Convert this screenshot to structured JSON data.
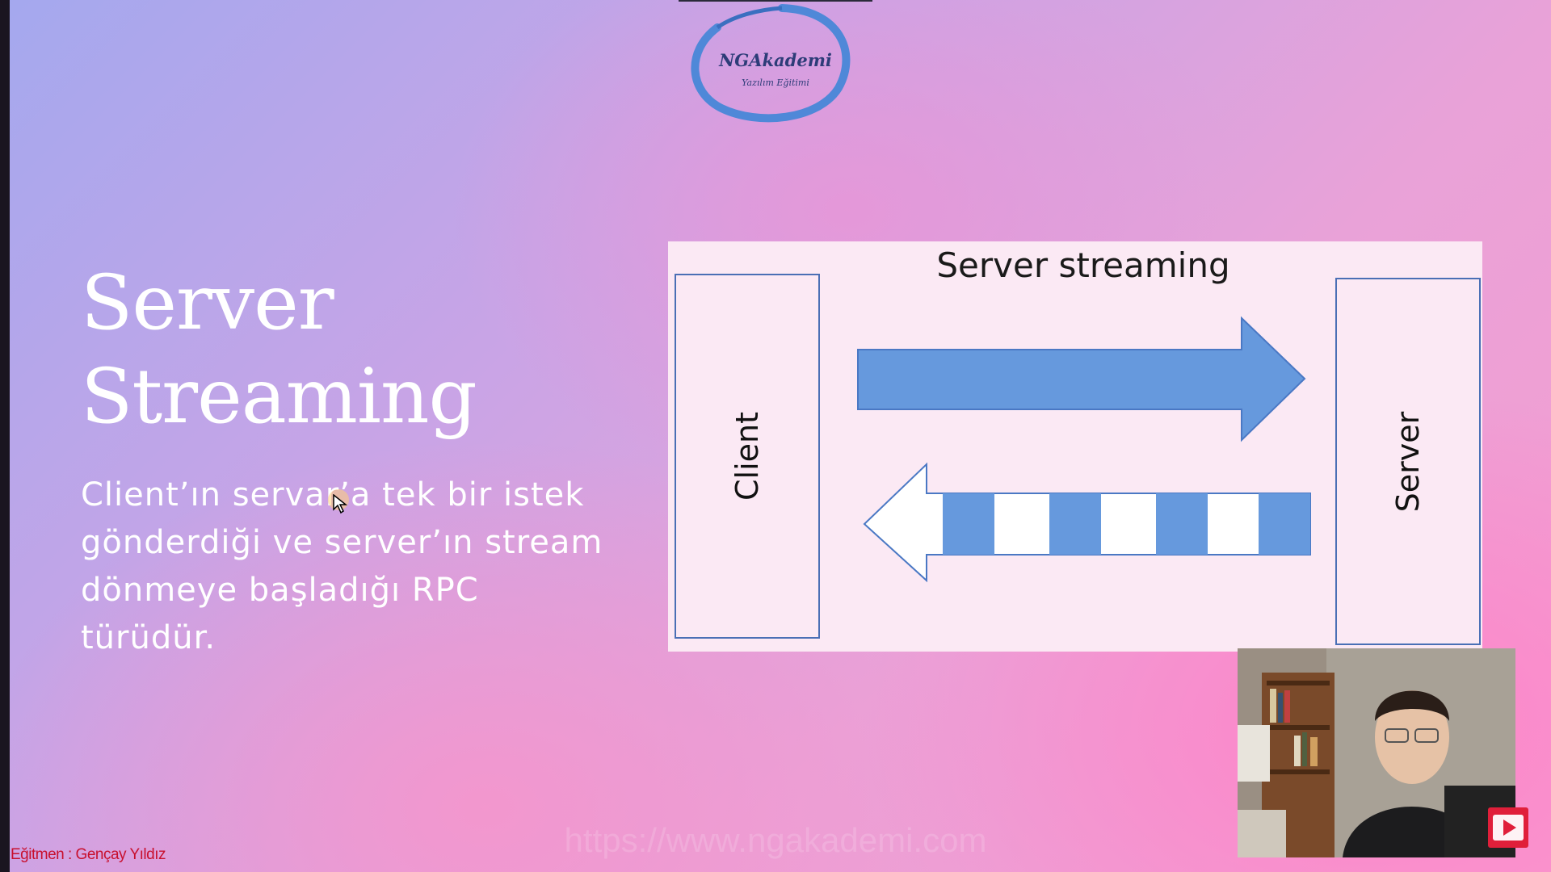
{
  "logo": {
    "name": "NGAkademi",
    "tagline": "Yazılım Eğitimi"
  },
  "slide": {
    "title_line_1": "Server",
    "title_line_2": "Streaming",
    "body": "Client’ın servar’a tek bir istek gönderdiği ve server’ın stream dönmeye başladığı RPC türüdür."
  },
  "diagram": {
    "title": "Server streaming",
    "client_label": "Client",
    "server_label": "Server",
    "colors": {
      "arrow_fill": "#6699dd",
      "box_border": "#4a6fb5",
      "panel_bg": "#fbe9f4"
    }
  },
  "footer": {
    "instructor": "Eğitmen : Gençay Yıldız",
    "watermark": "https://www.ngakademi.com"
  },
  "overlay": {
    "webcam": "webcam-feed",
    "play_icon": "play-icon"
  }
}
